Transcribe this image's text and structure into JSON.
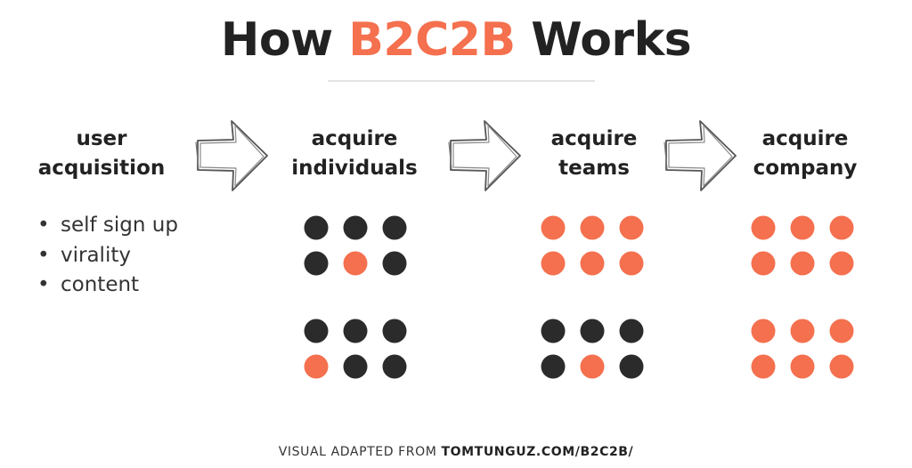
{
  "title": {
    "prefix": "How",
    "accent": "B2C2B",
    "suffix": "Works"
  },
  "columns": [
    {
      "line1": "user",
      "line2": "acquisition"
    },
    {
      "line1": "acquire",
      "line2": "individuals"
    },
    {
      "line1": "acquire",
      "line2": "teams"
    },
    {
      "line1": "acquire",
      "line2": "company"
    }
  ],
  "bullets": [
    "self sign up",
    "virality",
    "content"
  ],
  "dot_groups": [
    {
      "rows": [
        [
          "dark",
          "dark",
          "dark"
        ],
        [
          "dark",
          "accent",
          "dark"
        ]
      ]
    },
    {
      "rows": [
        [
          "dark",
          "dark",
          "dark"
        ],
        [
          "accent",
          "dark",
          "dark"
        ]
      ]
    },
    {
      "rows": [
        [
          "accent",
          "accent",
          "accent"
        ],
        [
          "accent",
          "accent",
          "accent"
        ]
      ]
    },
    {
      "rows": [
        [
          "dark",
          "dark",
          "dark"
        ],
        [
          "dark",
          "accent",
          "dark"
        ]
      ]
    },
    {
      "rows": [
        [
          "accent",
          "accent",
          "accent"
        ],
        [
          "accent",
          "accent",
          "accent"
        ]
      ]
    },
    {
      "rows": [
        [
          "accent",
          "accent",
          "accent"
        ],
        [
          "accent",
          "accent",
          "accent"
        ]
      ]
    }
  ],
  "icons": [
    "arrow-right-icon",
    "arrow-right-icon",
    "arrow-right-icon"
  ],
  "colors": {
    "accent": "#F4704E",
    "dark": "#2B2B2B",
    "text": "#222222"
  },
  "footer": {
    "prefix": "VISUAL ADAPTED FROM ",
    "source": "TOMTUNGUZ.COM/B2C2B/"
  }
}
